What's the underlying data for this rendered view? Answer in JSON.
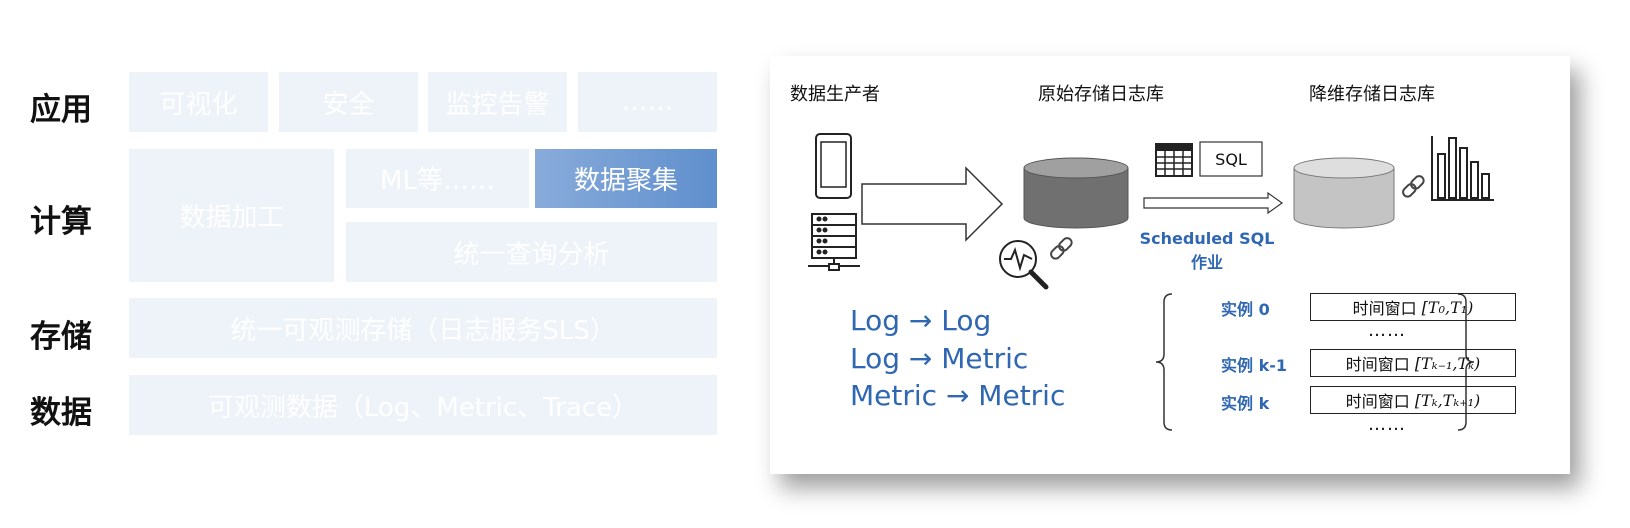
{
  "stack": {
    "layers": [
      {
        "label": "应用"
      },
      {
        "label": "计算"
      },
      {
        "label": "存储"
      },
      {
        "label": "数据"
      }
    ],
    "app": [
      "可视化",
      "安全",
      "监控告警",
      "……"
    ],
    "compute": {
      "process": "数据加工",
      "ml": "ML等……",
      "aggregate": "数据聚集",
      "query": "统一查询分析"
    },
    "storage": "统一可观测存储（日志服务SLS）",
    "data": "可观测数据（Log、Metric、Trace）"
  },
  "detail": {
    "producer": "数据生产者",
    "raw_store": "原始存储日志库",
    "reduced_store": "降维存储日志库",
    "sql_label": "SQL",
    "job_line1": "Scheduled SQL",
    "job_line2": "作业",
    "flows": [
      "Log → Log",
      "Log → Metric",
      "Metric → Metric"
    ],
    "instances": [
      {
        "label": "实例 0",
        "window_prefix": "时间窗口 ",
        "window": "[T₀,T₁)"
      },
      {
        "label": "实例 k-1",
        "window_prefix": "时间窗口 ",
        "window": "[Tₖ₋₁,Tₖ)"
      },
      {
        "label": "实例 k",
        "window_prefix": "时间窗口 ",
        "window": "[Tₖ,Tₖ₊₁)"
      }
    ],
    "ellipsis": "……"
  },
  "colors": {
    "box_bg": "#eef3f9",
    "highlight": "#5f8fcd",
    "accent_blue": "#2f67b3"
  },
  "icons": [
    "phone-icon",
    "server-icon",
    "big-arrow-icon",
    "database-icon",
    "monitor-icon",
    "link-icon",
    "table-icon",
    "bar-chart-icon"
  ]
}
